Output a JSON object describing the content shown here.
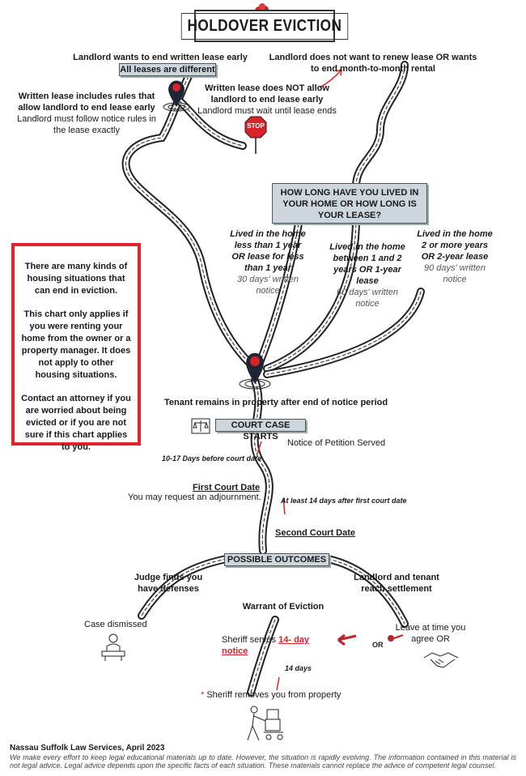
{
  "title": "HOLDOVER EVICTION",
  "top": {
    "left_heading": "Landlord wants to end written lease early",
    "left_tag": "All leases are different",
    "right_heading": "Landlord does not want to renew lease OR wants to end month-to-month rental",
    "branch_a_heading": "Written lease includes rules that allow landlord to end lease early",
    "branch_a_note": "Landlord must follow notice rules in the lease exactly",
    "branch_b_heading": "Written lease does NOT allow landlord to end lease early",
    "branch_b_note": "Landlord must wait until lease ends",
    "stop_label": "STOP"
  },
  "question": "HOW LONG HAVE YOU LIVED IN YOUR HOME OR HOW LONG IS YOUR LEASE?",
  "durations": [
    {
      "heading": "Lived in the home less than 1 year OR lease for less than 1 year",
      "notice": "30 days' written notice"
    },
    {
      "heading": "Lived in the home between 1 and 2 years OR 1-year lease",
      "notice": "60 days' written notice"
    },
    {
      "heading": "Lived in the home 2 or more years OR 2-year lease",
      "notice": "90 days' written notice"
    }
  ],
  "sidebar": {
    "p1": "There are many kinds of housing situations that can end in eviction.",
    "p2": "This chart only applies if you were renting your home from the owner or a property manager. It does not apply to other housing situations.",
    "p3": "Contact an attorney if you are worried about being evicted or if you are not sure if this chart applies to you."
  },
  "tenant_remains": "Tenant remains in property after end of notice period",
  "court": {
    "starts": "COURT CASE STARTS",
    "petition": "Notice of Petition Served",
    "days_before": "10-17 Days before court date",
    "first_date": "First Court Date",
    "first_note": "You may request an adjournment.",
    "days_after": "At least 14 days after first court date",
    "second_date": "Second Court Date"
  },
  "outcomes": {
    "heading": "POSSIBLE OUTCOMES",
    "defenses": "Judge finds you have defenses",
    "dismissed": "Case dismissed",
    "warrant": "Warrant of Eviction",
    "settlement": "Landlord and tenant reach settlement",
    "leave": "Leave at time you agree OR",
    "or_label": "OR",
    "sheriff_prefix": "Sheriff serves ",
    "sheriff_notice": "14- day notice",
    "fourteen": "14 days",
    "asterisk": "*",
    "removes": " Sheriff removes you from property"
  },
  "footer": {
    "title": "Nassau Suffolk Law Services, April 2023",
    "text": "We make every effort to keep legal educational materials up to date. However, the situation is rapidly evolving. The information contained in this material is not legal advice. Legal advice depends upon the specific facts of each situation. These materials cannot replace the advice of competent legal counsel."
  },
  "colors": {
    "accent_red": "#d8232a",
    "box_grey": "#cdd6dc",
    "road": "#222222"
  }
}
